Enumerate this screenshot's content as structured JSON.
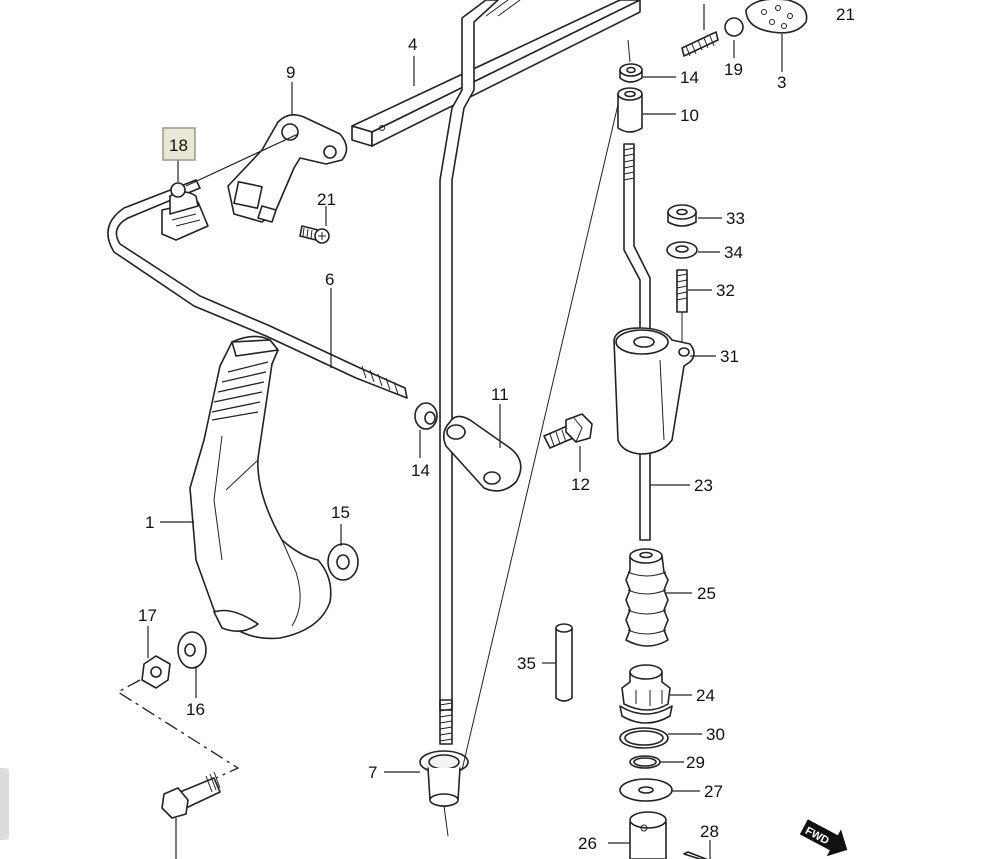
{
  "diagram": {
    "highlighted_callout": "18",
    "fwd_badge": "FWD",
    "callouts": {
      "c1": "1",
      "c3": "3",
      "c4": "4",
      "c6": "6",
      "c7": "7",
      "c9": "9",
      "c10": "10",
      "c11": "11",
      "c12": "12",
      "c14a": "14",
      "c14b": "14",
      "c15": "15",
      "c16": "16",
      "c17": "17",
      "c18": "18",
      "c19": "19",
      "c21a": "21",
      "c21b": "21",
      "c23": "23",
      "c24": "24",
      "c25": "25",
      "c26": "26",
      "c27": "27",
      "c28": "28",
      "c29": "29",
      "c30": "30",
      "c31": "31",
      "c32": "32",
      "c33": "33",
      "c34": "34",
      "c35": "35"
    }
  }
}
